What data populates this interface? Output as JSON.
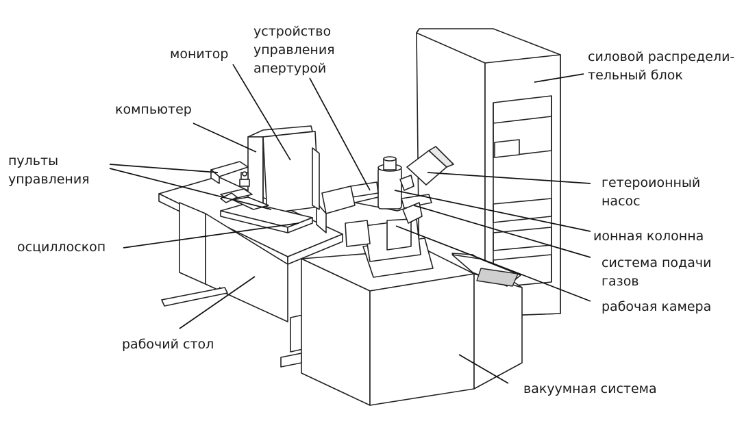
{
  "labels": {
    "aperture": [
      "устройство",
      "управления",
      "апертурой"
    ],
    "monitor": "монитор",
    "computer": "компьютер",
    "consoles": [
      "пульты",
      "управления"
    ],
    "oscilloscope": "осциллоскоп",
    "desk": "рабочий стол",
    "power_unit": [
      "силовой распредели-",
      "тельный блок"
    ],
    "ion_pump": [
      "гетероионный",
      "насос"
    ],
    "ion_column": "ионная колонна",
    "gas_system": [
      "система подачи",
      "газов"
    ],
    "chamber": "рабочая камера",
    "vacuum": "вакуумная система"
  }
}
